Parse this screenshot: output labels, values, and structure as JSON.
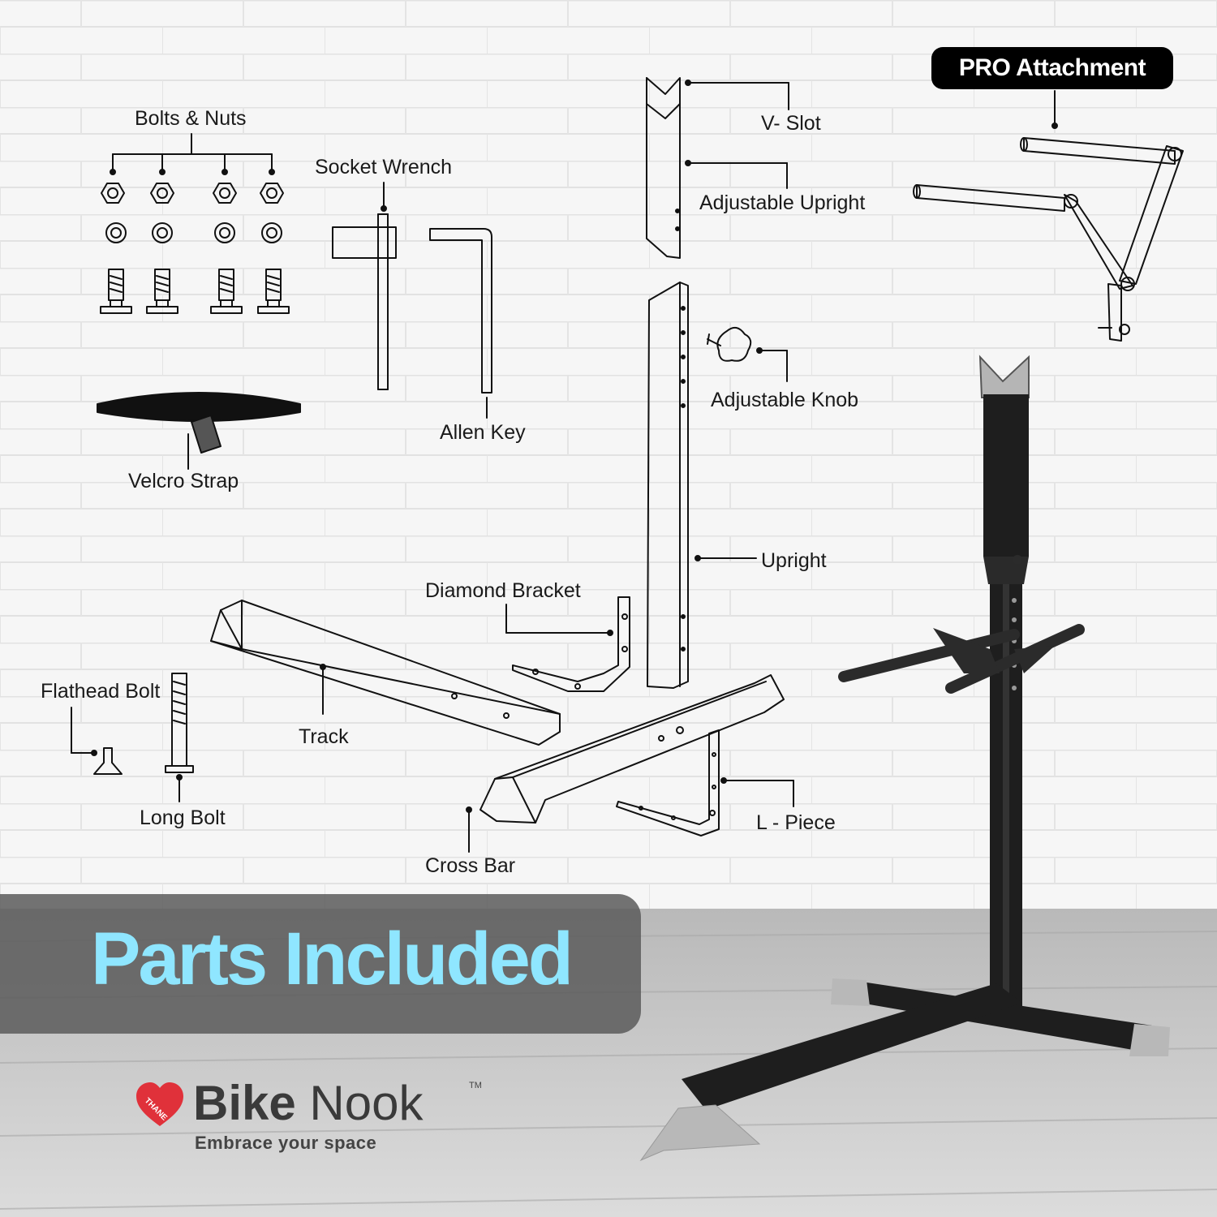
{
  "labels": {
    "bolts_nuts": "Bolts & Nuts",
    "socket_wrench": "Socket Wrench",
    "allen_key": "Allen Key",
    "velcro_strap": "Velcro Strap",
    "v_slot": "V- Slot",
    "adjustable_upright": "Adjustable Upright",
    "adjustable_knob": "Adjustable Knob",
    "upright": "Upright",
    "diamond_bracket": "Diamond Bracket",
    "track": "Track",
    "flathead_bolt": "Flathead Bolt",
    "long_bolt": "Long Bolt",
    "cross_bar": "Cross Bar",
    "l_piece": "L - Piece",
    "pro_attachment": "PRO Attachment"
  },
  "banner": {
    "title": "Parts Included"
  },
  "brand": {
    "name_first": "Bike",
    "name_second": "Nook",
    "tagline": "Embrace your space",
    "trademark": "TM",
    "logo_text": "THANE"
  },
  "colors": {
    "banner_text": "#8fe6ff",
    "banner_bg": "#5c5c5c",
    "logo_heart": "#e0313a",
    "stand_frame": "#1e1e1e",
    "stand_feet": "#b8b8b8"
  }
}
